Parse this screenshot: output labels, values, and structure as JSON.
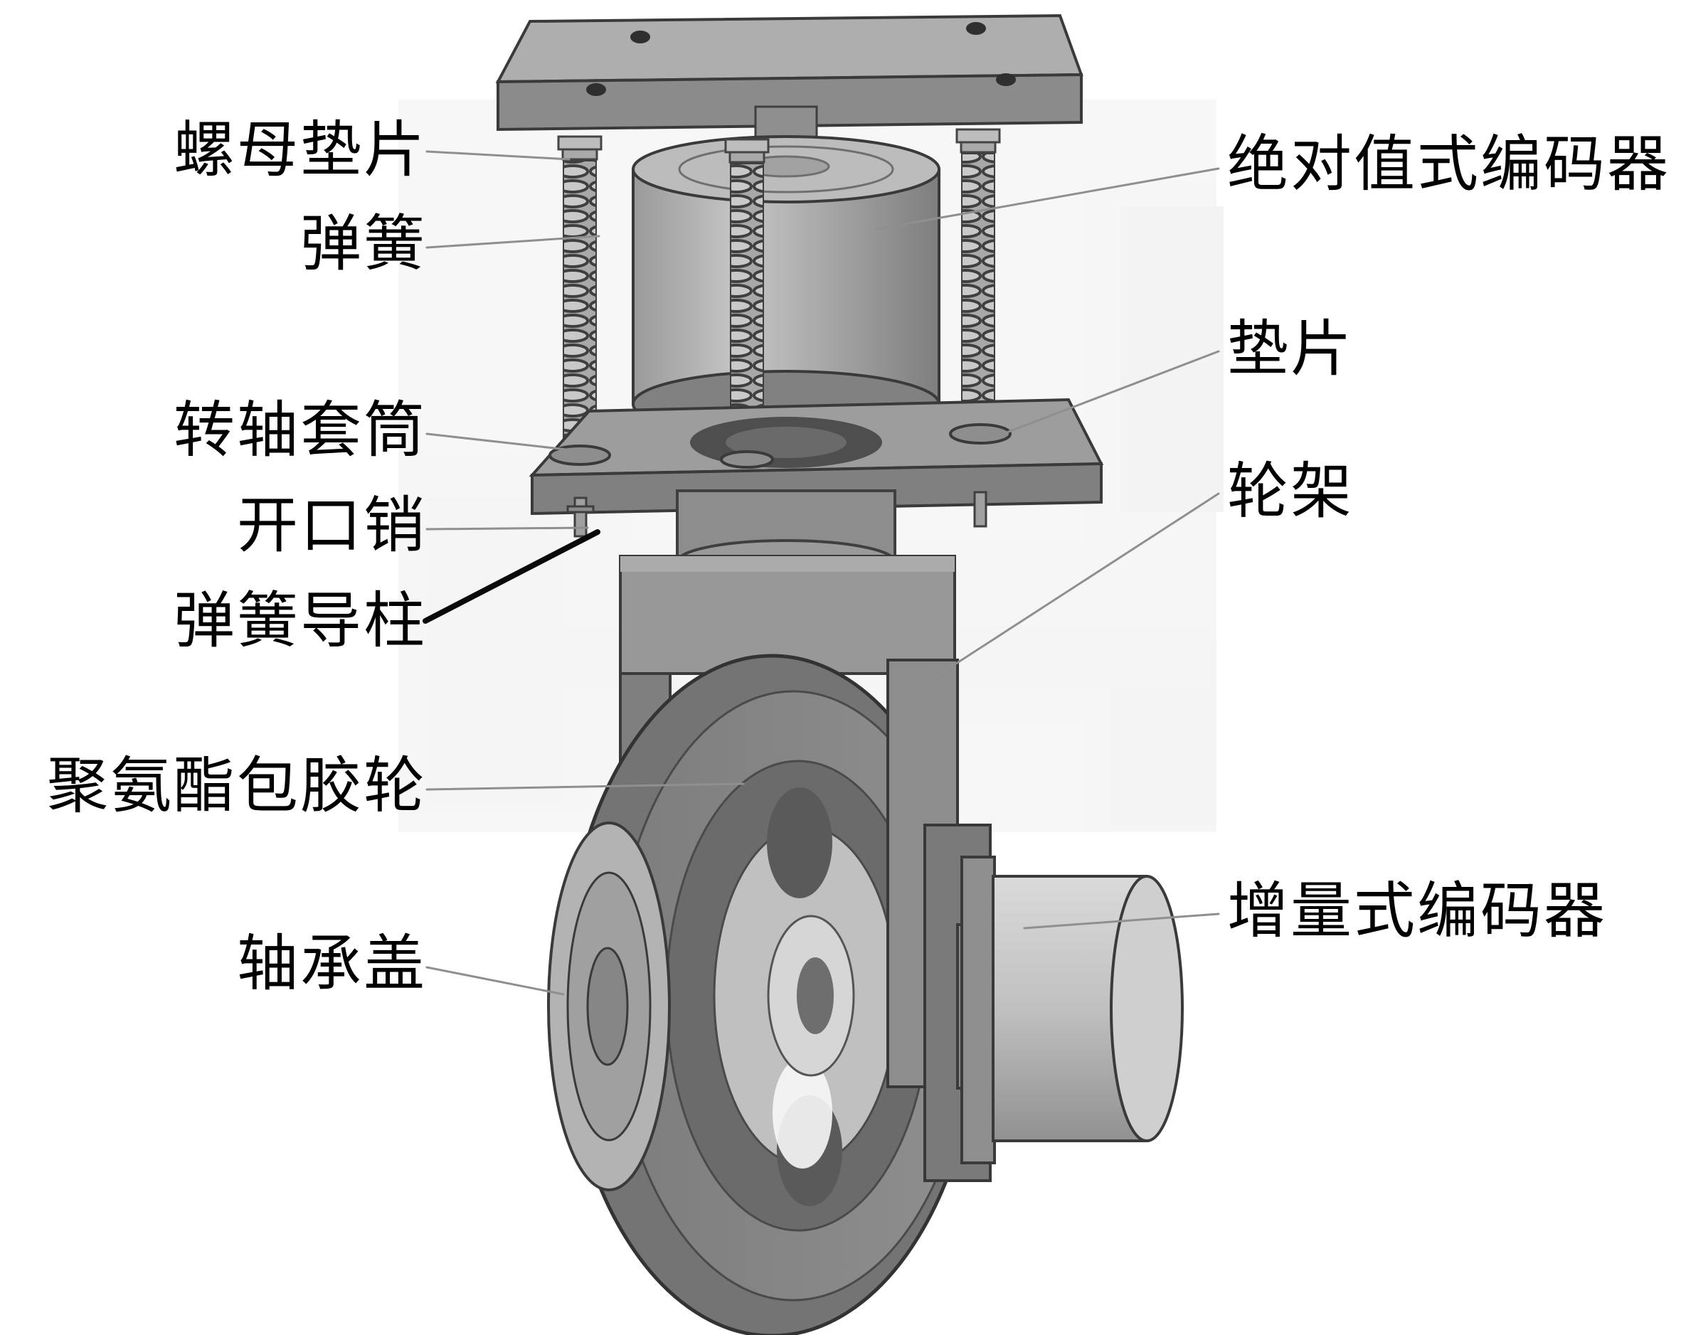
{
  "labels": {
    "left": [
      {
        "text": "螺母垫片"
      },
      {
        "text": "弹簧"
      },
      {
        "text": "转轴套筒"
      },
      {
        "text": "开口销"
      },
      {
        "text": "弹簧导柱"
      },
      {
        "text": "聚氨酯包胶轮"
      },
      {
        "text": "轴承盖"
      }
    ],
    "right": [
      {
        "text": "绝对值式编码器"
      },
      {
        "text": "垫片"
      },
      {
        "text": "轮架"
      },
      {
        "text": "增量式编码器"
      }
    ]
  },
  "colors": {
    "text": "#000000",
    "leader": "#8f8f8f",
    "leader_bold": "#0a0a0a",
    "metal_light": "#c8c8c8",
    "metal_mid": "#9a9a9a",
    "metal_dark": "#6e6e6e",
    "outline": "#3a3a3a"
  }
}
